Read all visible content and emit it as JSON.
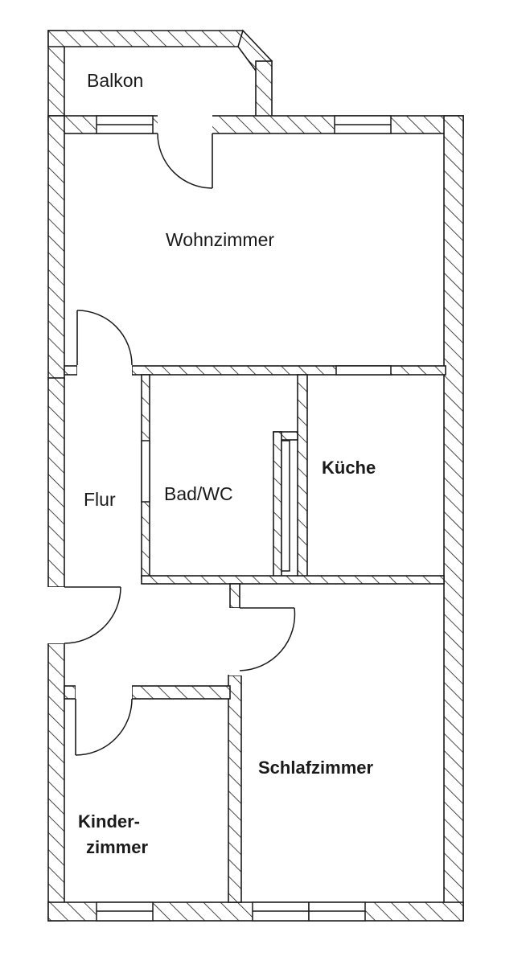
{
  "rooms": {
    "balkon": "Balkon",
    "wohnzimmer": "Wohnzimmer",
    "flur": "Flur",
    "bad": "Bad/WC",
    "kueche": "Küche",
    "schlafzimmer": "Schlafzimmer",
    "kinderzimmer_1": "Kinder-",
    "kinderzimmer_2": "zimmer"
  }
}
